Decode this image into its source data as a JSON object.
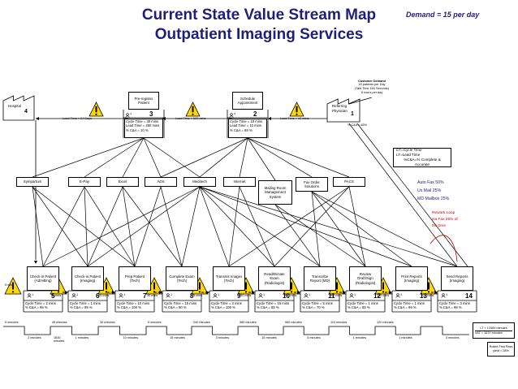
{
  "header": {
    "title_line1": "Current State Value Stream Map",
    "title_line2": "Outpatient Imaging Services",
    "demand": "Demand = 15 per day"
  },
  "customer_demand": {
    "label": "Customer Demand",
    "line1": "15 patients per Day",
    "line2": "(Takt Time 160 Seconds)",
    "line3": "8 hours per day"
  },
  "entities": {
    "hospital": "Hospital",
    "hospital_num": "4",
    "physician_l1": "Referring",
    "physician_l2": "Physician",
    "physician_num": "1",
    "physician_cka": "% C&A = 65%"
  },
  "top_processes": [
    {
      "label": "Pre-register Patient",
      "num": "3",
      "ops": "1",
      "lines": [
        "Cycle Time = 30 mins",
        "Lead Time = 480 mins",
        "% C&A = 10 %"
      ]
    },
    {
      "label": "Schedule Appointment",
      "num": "2",
      "ops": "4",
      "lines": [
        "Cycle Time = 10 mins",
        "Lead Time = 10 mins",
        "% C&A = 69 %"
      ]
    }
  ],
  "top_lead_labels": [
    "Lead Time = 24 Days",
    "Lead Time = 690 mins",
    "Lead Time = 10 mins"
  ],
  "legend": [
    "CT=Cycle Time",
    "LT=Lead Time",
    "%C&A=% Complete & Accurate"
  ],
  "info_channels": [
    "Sympartum",
    "E-Pay",
    "Excel",
    "ADS",
    "Meditech",
    "Internet",
    "Mailing Room Management System",
    "Fax Order Solutions",
    "PACS"
  ],
  "notes": [
    "Auto Fax 50%",
    "Us Mail 25%",
    "MD Mailbox 25%"
  ],
  "rework": [
    "Rework Loop",
    "via Fax 25% of",
    "the time"
  ],
  "processes": [
    {
      "label": "Check-in Patient (Admitting)",
      "num": "5",
      "ops": "1",
      "lines": [
        "Cycle Time = 2 mins",
        "% C&A = 95 %"
      ]
    },
    {
      "label": "Check-in Patient (Imaging)",
      "num": "6",
      "ops": "1",
      "lines": [
        "Cycle Time = 1 mins",
        "% C&A = 99 %"
      ]
    },
    {
      "label": "Prep Patient (Tech)",
      "num": "7",
      "ops": "1",
      "lines": [
        "Cycle Time = 10 mins",
        "% C&A = 100 %"
      ]
    },
    {
      "label": "Complete Exam (Tech)",
      "num": "8",
      "ops": "1",
      "lines": [
        "Cycle Time = 15 mins",
        "% C&A = 90 %"
      ]
    },
    {
      "label": "Transmit Images (Tech)",
      "num": "9",
      "ops": "1",
      "lines": [
        "Cycle Time = 3 mins",
        "% C&A = 100 %"
      ]
    },
    {
      "label": "Read/Dictate Exam (Radiologist)",
      "num": "10",
      "ops": "1",
      "lines": [
        "Cycle Time = 15 mins",
        "% C&A = 85 %"
      ]
    },
    {
      "label": "Transcribe Report (MD)",
      "num": "11",
      "ops": "1",
      "lines": [
        "Cycle Time = 5 mins",
        "% C&A = 70 %"
      ]
    },
    {
      "label": "Review Draft/Sign (Radiologist)",
      "num": "12",
      "ops": "1",
      "lines": [
        "Cycle Time = 1 mins",
        "% C&A = 85 %"
      ]
    },
    {
      "label": "Print Reports (Imaging)",
      "num": "13",
      "ops": "1",
      "lines": [
        "Cycle Time = 1 mins",
        "% C&A = 99 %"
      ]
    },
    {
      "label": "Send Reports (Imaging)",
      "num": "14",
      "ops": "1",
      "lines": [
        "Cycle Time = 3 mins",
        "% C&A = 98 %"
      ]
    }
  ],
  "wait_labels": [
    "5 mins",
    "5 mins",
    "45 mins",
    "30 mins",
    "5 mins",
    "240 mins",
    "360 mins",
    "960 mins",
    "110 mins",
    "120 mins"
  ],
  "timeline_top": [
    "5 minutes",
    "45 minutes",
    "30 minutes",
    "5 minutes",
    "240 minutes",
    "360 minutes",
    "960 minutes",
    "110 minutes",
    "120 minutes"
  ],
  "timeline_bottom": [
    "2 minutes",
    "1 minutes",
    "10 minutes",
    "15 minutes",
    "3 minutes",
    "15 minutes",
    "5 minutes",
    "1 minutes",
    "1 minutes",
    "3 minutes"
  ],
  "timeline_extra": "1630 minutes",
  "totals": [
    "LT = 12464 minutes",
    "VAT = 1670 minutes"
  ],
  "rolled": [
    "Rolled First Pass",
    "yield = 28%"
  ]
}
